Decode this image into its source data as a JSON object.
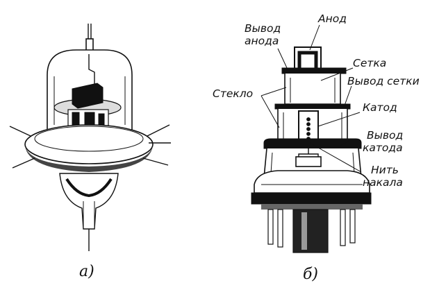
{
  "labels": {
    "anode_lead": [
      "Вывод",
      "анода"
    ],
    "anode": "Анод",
    "grid": "Сетка",
    "grid_lead": "Вывод сетки",
    "glass": "Стекло",
    "cathode": "Катод",
    "cathode_lead": [
      "Вывод",
      "катода"
    ],
    "filament": [
      "Нить",
      "накала"
    ]
  },
  "captions": {
    "a": "а)",
    "b": "б)"
  }
}
